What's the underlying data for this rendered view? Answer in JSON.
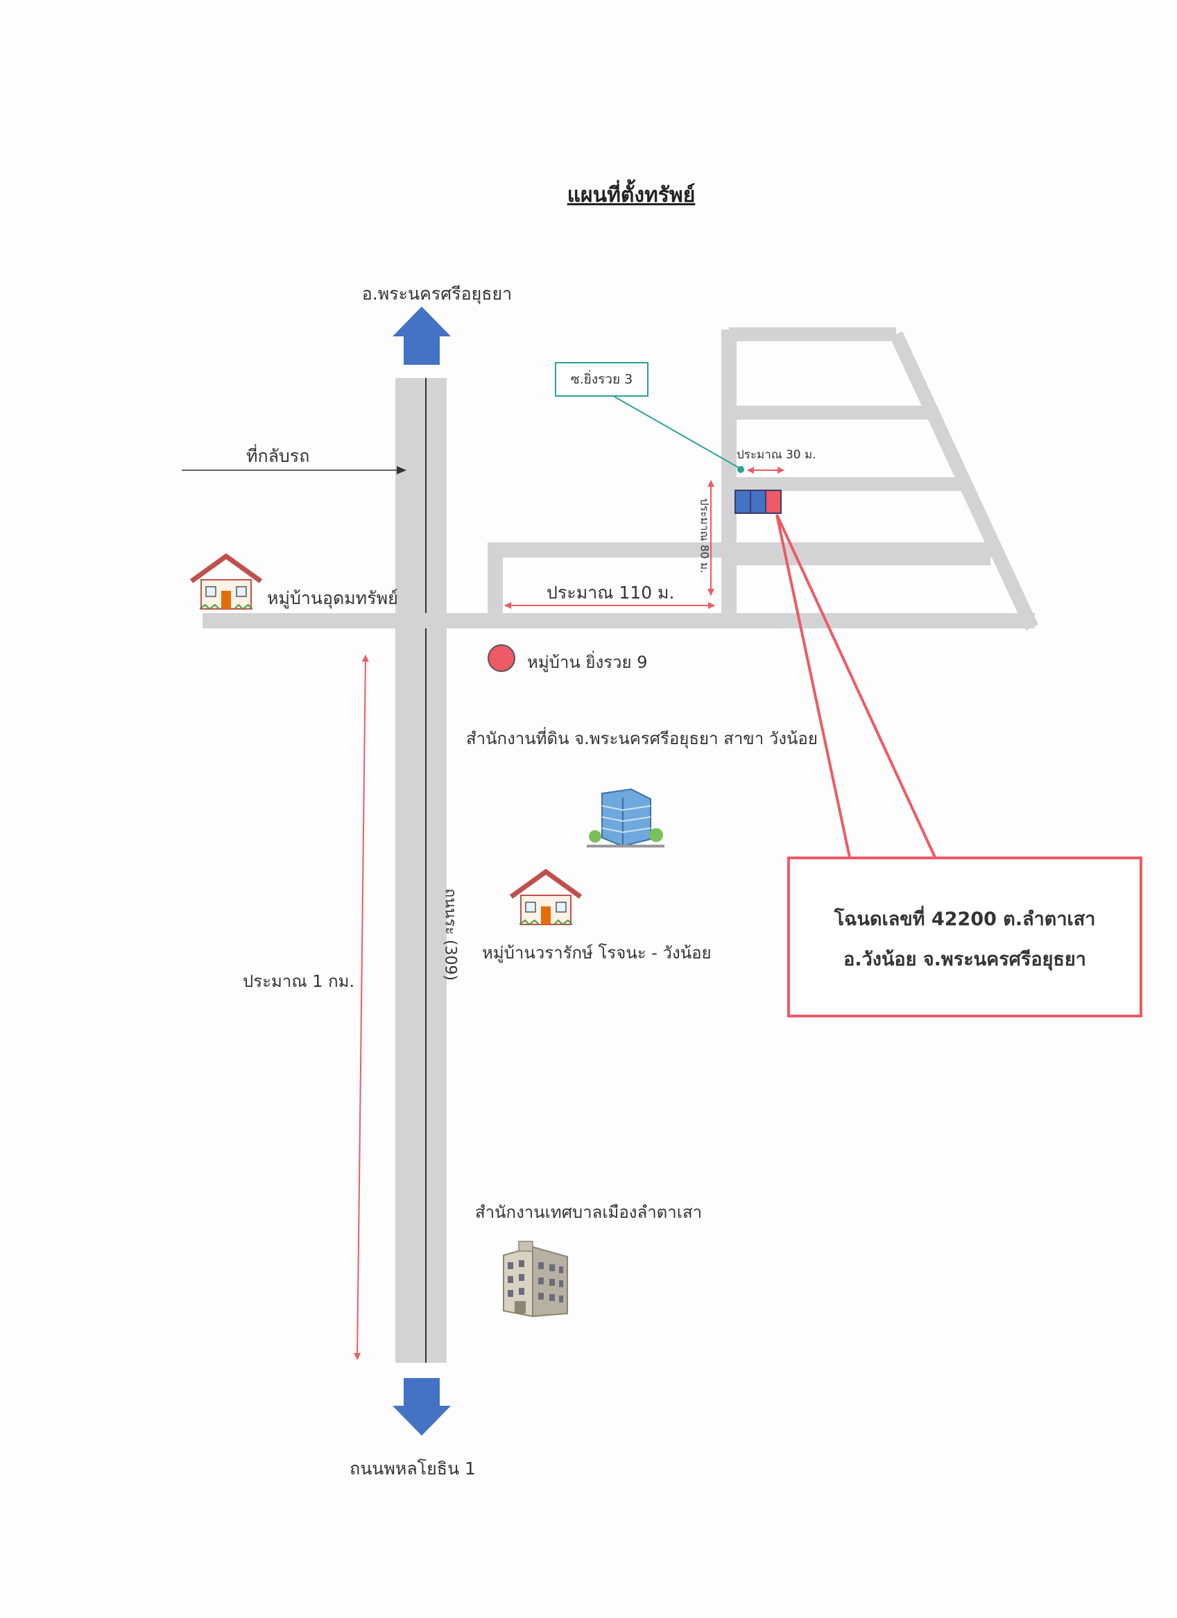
{
  "map": {
    "title": "แผนที่ตั้งทรัพย์",
    "direction_north": "อ.พระนครศรีอยุธยา",
    "direction_south": "ถนนพหลโยธิน 1",
    "uturn_label": "ที่กลับรถ",
    "road_name": "ถนนระ (309)",
    "soi_label": "ซ.ยิ่งรวย 3",
    "village_udom": "หมู่บ้านอุดมทรัพย์",
    "village_yingruay9": "หมู่บ้าน ยิ่งรวย 9",
    "land_office": "สำนักงานที่ดิน จ.พระนครศรีอยุธยา สาขา วังน้อย",
    "village_wararak": "หมู่บ้านวรารักษ์ โรจนะ - วังน้อย",
    "municipal_office": "สำนักงานเทศบาลเมืองลำตาเสา",
    "distance_110m": "ประมาณ 110 ม.",
    "distance_1km": "ประมาณ 1 กม.",
    "distance_30m": "ประมาณ 30 ม.",
    "distance_80m": "ประมาณ 80 ม.",
    "deed_line1": "โฉนดเลขที่ 42200  ต.ลำตาเสา",
    "deed_line2": "อ.วังน้อย   จ.พระนครศรีอยุธยา"
  },
  "colors": {
    "road": "#d3d3d6",
    "arrow_blue": "#4472c4",
    "accent_red": "#ee5a66",
    "callout_teal": "#2aa198",
    "plot_blue": "#4472c4",
    "plot_red": "#ee5a66"
  },
  "icons": [
    "house-icon",
    "office-building-icon",
    "tower-building-icon",
    "location-dot-icon"
  ]
}
